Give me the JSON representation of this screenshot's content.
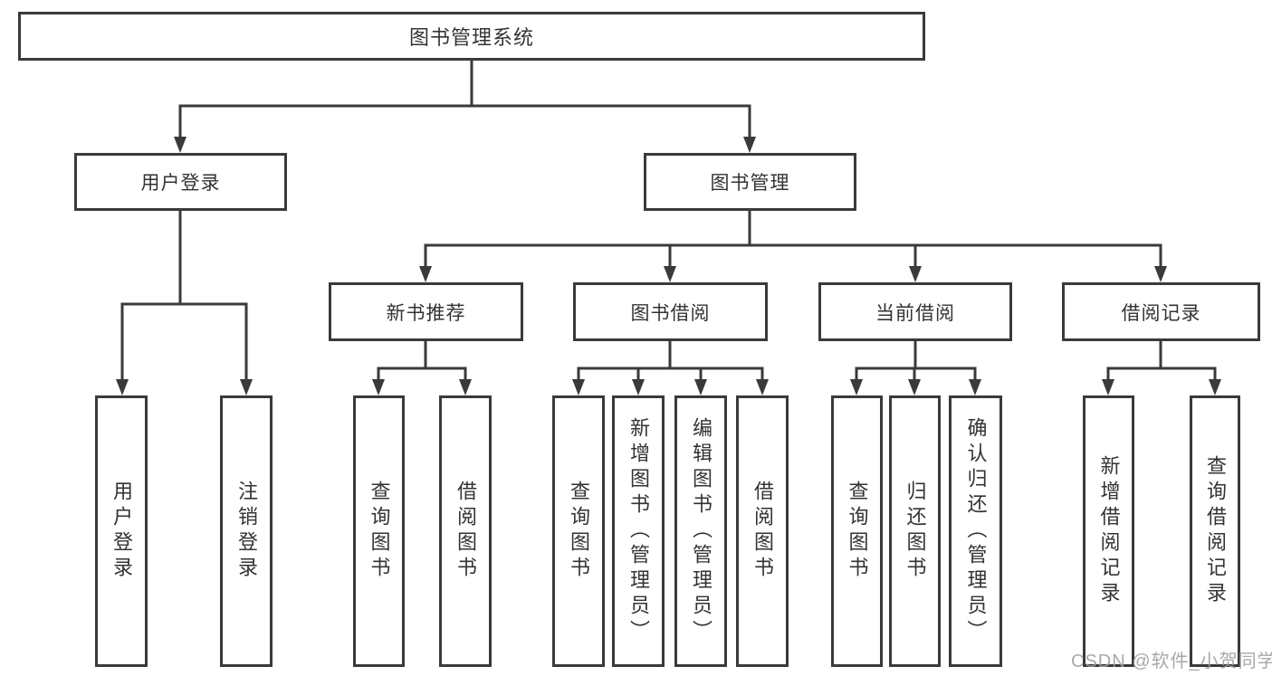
{
  "tree": {
    "root": {
      "label": "图书管理系统"
    },
    "children": [
      {
        "label": "用户登录",
        "children": [
          {
            "label": "用户登录"
          },
          {
            "label": "注销登录"
          }
        ]
      },
      {
        "label": "图书管理",
        "children": [
          {
            "label": "新书推荐",
            "children": [
              {
                "label": "查询图书"
              },
              {
                "label": "借阅图书"
              }
            ]
          },
          {
            "label": "图书借阅",
            "children": [
              {
                "label": "查询图书"
              },
              {
                "label": "新增图书（管理员）"
              },
              {
                "label": "编辑图书（管理员）"
              },
              {
                "label": "借阅图书"
              }
            ]
          },
          {
            "label": "当前借阅",
            "children": [
              {
                "label": "查询图书"
              },
              {
                "label": "归还图书"
              },
              {
                "label": "确认归还（管理员）"
              }
            ]
          },
          {
            "label": "借阅记录",
            "children": [
              {
                "label": "新增借阅记录"
              },
              {
                "label": "查询借阅记录"
              }
            ]
          }
        ]
      }
    ]
  },
  "watermark": {
    "text": "CSDN @软件_小贺同学"
  },
  "colors": {
    "line": "#3a3a3a",
    "box_border": "#3a3a3a",
    "text": "#333333",
    "watermark": "#9e9e9e",
    "background": "#ffffff"
  }
}
